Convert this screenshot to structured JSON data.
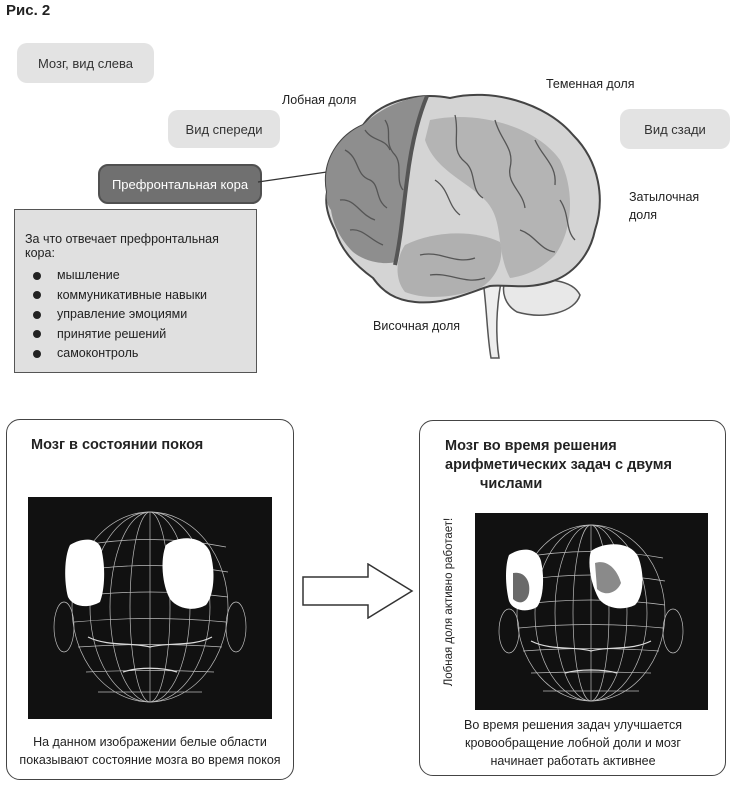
{
  "figure_label": "Рис. 2",
  "views": {
    "left": "Мозг, вид слева",
    "front": "Вид спереди",
    "back": "Вид сзади"
  },
  "highlight": "Префронтальная кора",
  "regions": {
    "frontal": "Лобная доля",
    "parietal": "Теменная доля",
    "occipital_1": "Затылочная",
    "occipital_2": "доля",
    "temporal": "Височная доля"
  },
  "infobox": {
    "title": "За что отвечает префронтальная кора:",
    "items": [
      "мышление",
      "коммуникативные навыки",
      "управление эмоциями",
      "принятие решений",
      "самоконтроль"
    ]
  },
  "rest_panel": {
    "title": "Мозг в состоянии покоя",
    "caption_1": "На данном изображении белые области",
    "caption_2": "показывают состояние мозга во время покоя"
  },
  "task_panel": {
    "title_1": "Мозг во время решения",
    "title_2": "арифметических задач с двумя",
    "title_3": "числами",
    "vertical_note": "Лобная доля активно работает!",
    "caption_1": "Во время решения задач улучшается",
    "caption_2": "кровообращение лобной доли и мозг",
    "caption_3": "начинает работать активнее"
  },
  "colors": {
    "brain_dark": "#8a8a8a",
    "brain_mid": "#b4b4b4",
    "brain_light": "#d4d4d4",
    "scan_bg": "#111111",
    "active_area": "#ffffff"
  }
}
